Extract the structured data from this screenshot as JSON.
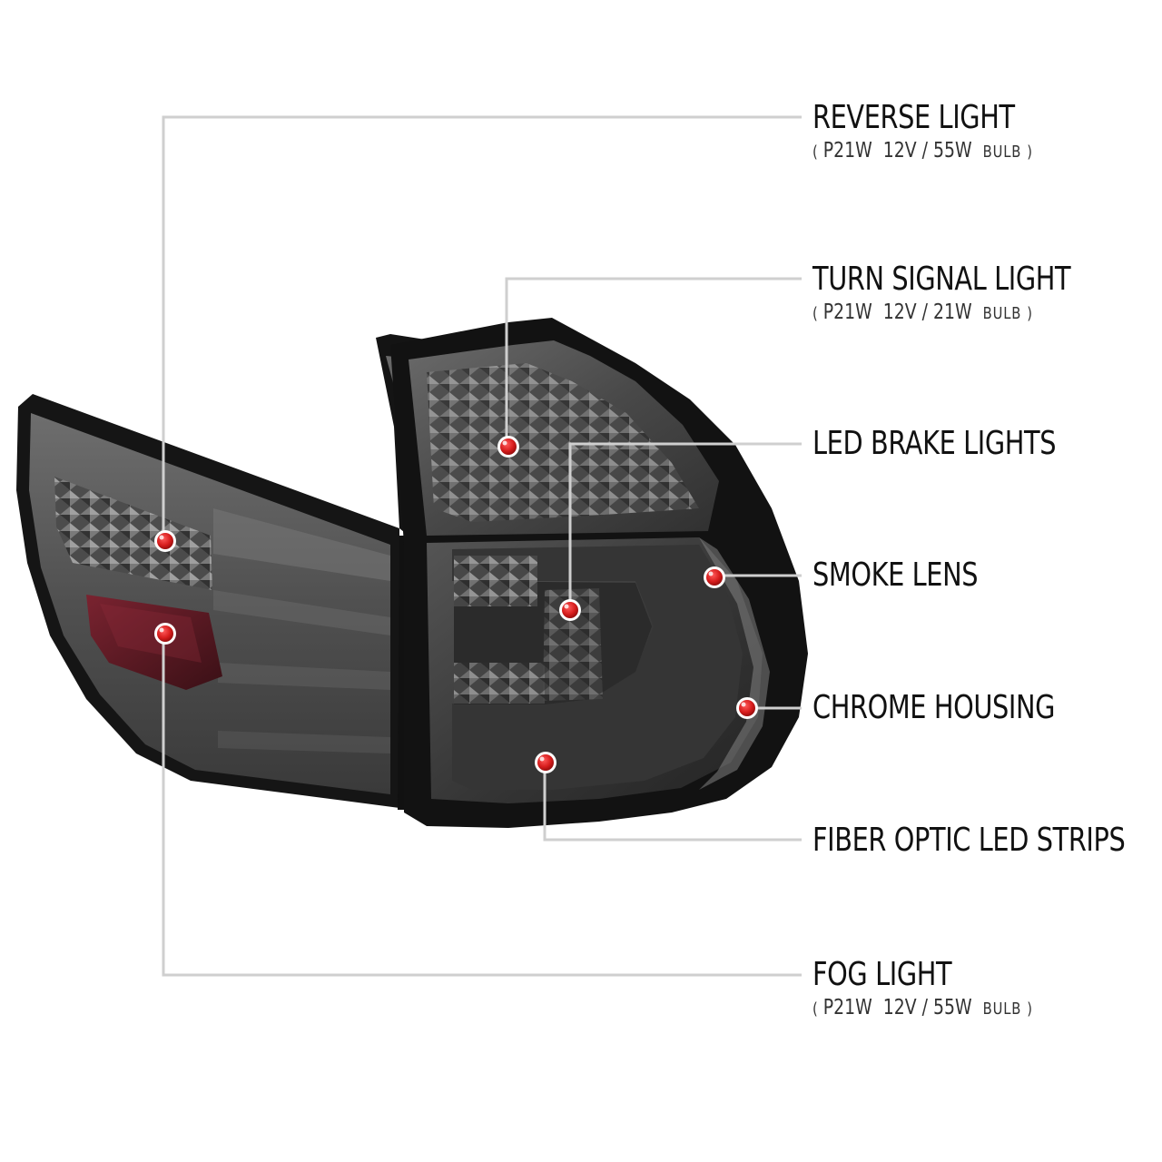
{
  "callouts": [
    {
      "id": "reverse-light",
      "title": "REVERSE LIGHT",
      "spec": {
        "open": "(",
        "model": "P21W",
        "rating": "12V / 55W",
        "unit": "BULB",
        "close": ")"
      }
    },
    {
      "id": "turn-signal-light",
      "title": "TURN SIGNAL LIGHT",
      "spec": {
        "open": "(",
        "model": "P21W",
        "rating": "12V / 21W",
        "unit": "BULB",
        "close": ")"
      }
    },
    {
      "id": "led-brake-lights",
      "title": "LED BRAKE LIGHTS"
    },
    {
      "id": "smoke-lens",
      "title": "SMOKE LENS"
    },
    {
      "id": "chrome-housing",
      "title": "CHROME HOUSING"
    },
    {
      "id": "fiber-optic-led-strips",
      "title": "FIBER OPTIC LED STRIPS"
    },
    {
      "id": "fog-light",
      "title": "FOG LIGHT",
      "spec": {
        "open": "(",
        "model": "P21W",
        "rating": "12V / 55W",
        "unit": "BULB",
        "close": ")"
      }
    }
  ],
  "colors": {
    "leader_line": "#cfcfcf",
    "marker_dot": "#d61c1c",
    "marker_ring": "#ffffff",
    "lens_smoke": "#3a3a3a",
    "housing_frame": "#141414",
    "fog_lens": "#5a1a22"
  }
}
